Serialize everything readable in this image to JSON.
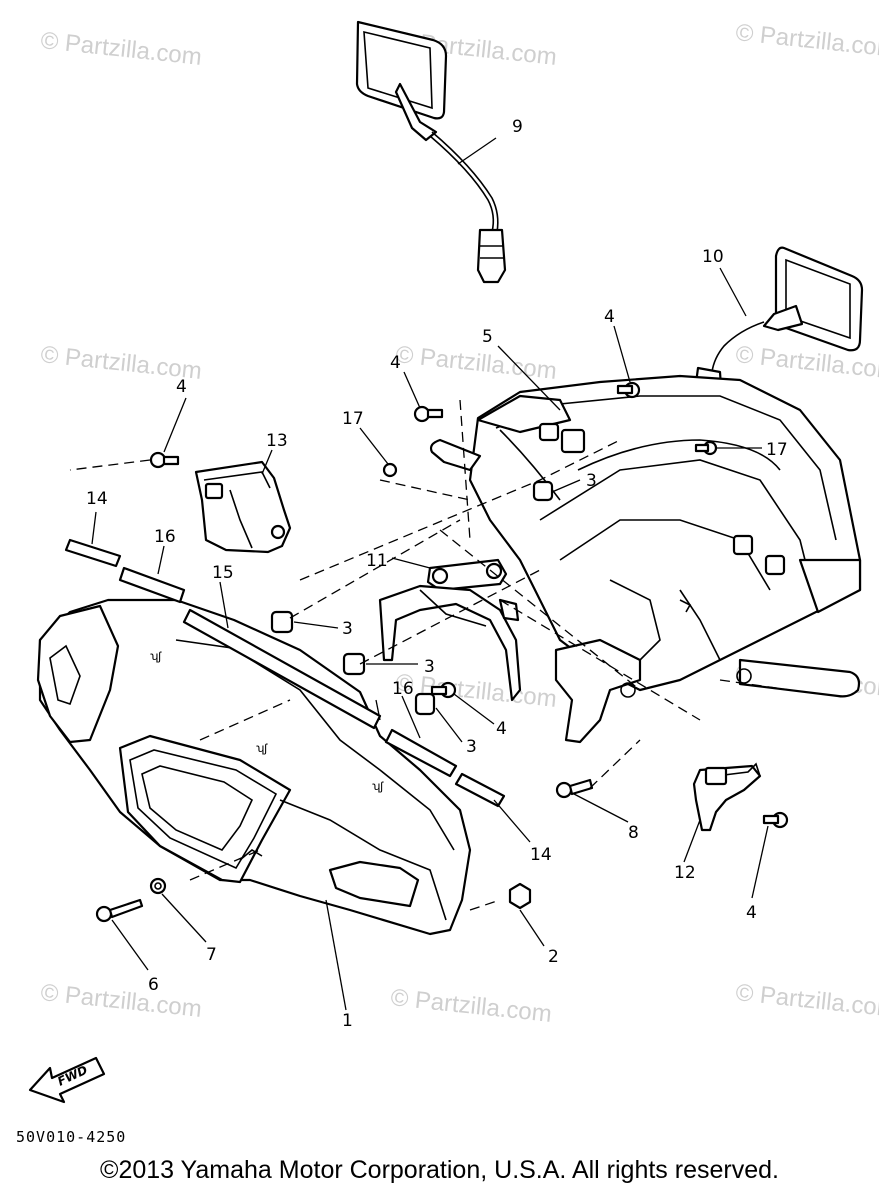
{
  "watermark": "© Partzilla.com",
  "callouts": {
    "c1": "1",
    "c2": "2",
    "c3a": "3",
    "c3b": "3",
    "c3c": "3",
    "c3d": "3",
    "c4a": "4",
    "c4b": "4",
    "c4c": "4",
    "c4d": "4",
    "c4e": "4",
    "c5": "5",
    "c6": "6",
    "c7": "7",
    "c8": "8",
    "c9": "9",
    "c10": "10",
    "c11": "11",
    "c12": "12",
    "c13": "13",
    "c14a": "14",
    "c14b": "14",
    "c15": "15",
    "c16a": "16",
    "c16b": "16",
    "c17a": "17",
    "c17b": "17"
  },
  "fwd_label": "FWD",
  "diagram_code": "50V010-4250",
  "copyright": "©2013 Yamaha Motor Corporation, U.S.A. All rights reserved."
}
